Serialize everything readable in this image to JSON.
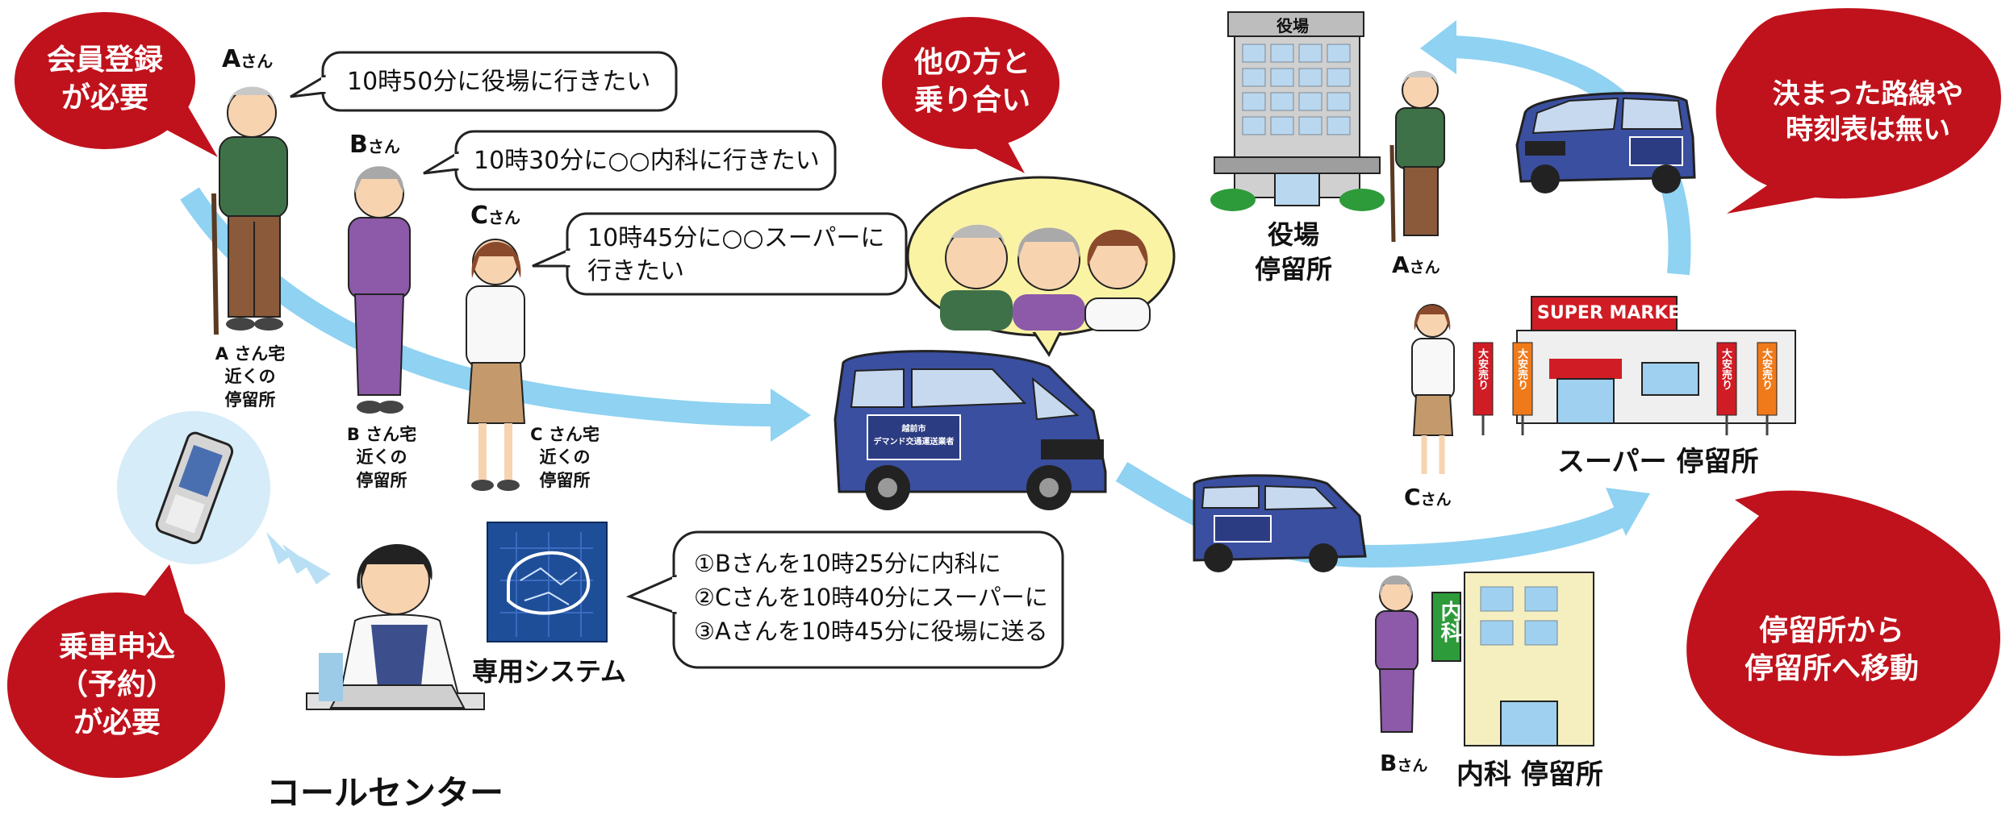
{
  "red_callouts": {
    "membership": [
      "会員登録",
      "が必要"
    ],
    "share_ride": [
      "他の方と",
      "乗り合い"
    ],
    "no_route": [
      "決まった路線や",
      "時刻表は無い"
    ],
    "reservation": [
      "乗車申込",
      "（予約）",
      "が必要"
    ],
    "stop_to_stop": [
      "停留所から",
      "停留所へ移動"
    ]
  },
  "people": {
    "a": {
      "name": "A",
      "suffix": "さん",
      "stop": [
        "A さん宅",
        "近くの",
        "停留所"
      ]
    },
    "b": {
      "name": "B",
      "suffix": "さん",
      "stop": [
        "B さん宅",
        "近くの",
        "停留所"
      ]
    },
    "c": {
      "name": "C",
      "suffix": "さん",
      "stop": [
        "C さん宅",
        "近くの",
        "停留所"
      ]
    }
  },
  "requests": {
    "a": "10時50分に役場に行きたい",
    "b": "10時30分に○○内科に行きたい",
    "c": [
      "10時45分に○○スーパーに",
      "行きたい"
    ]
  },
  "system": {
    "label": "専用システム",
    "plan": [
      "①Bさんを10時25分に内科に",
      "②Cさんを10時40分にスーパーに",
      "③Aさんを10時45分に役場に送る"
    ]
  },
  "call_center": {
    "label": "コールセンター"
  },
  "destinations": {
    "town_hall": {
      "sign": "役場",
      "stop": [
        "役場",
        "停留所"
      ]
    },
    "supermarket": {
      "sign": "SUPER MARKET",
      "banner": "大安売り",
      "stop": "スーパー 停留所"
    },
    "clinic": {
      "sign": "内科",
      "stop": "内科 停留所"
    }
  },
  "van": {
    "side_label": [
      "越前市",
      "デマンド交通運送業者"
    ]
  },
  "colors": {
    "callout_red": "#c0121c",
    "flow_arrow": "#8fd2f2",
    "van_blue": "#3a4fa0",
    "phone_circle": "#d6ecf8",
    "ai_blue": "#1f4e99"
  }
}
